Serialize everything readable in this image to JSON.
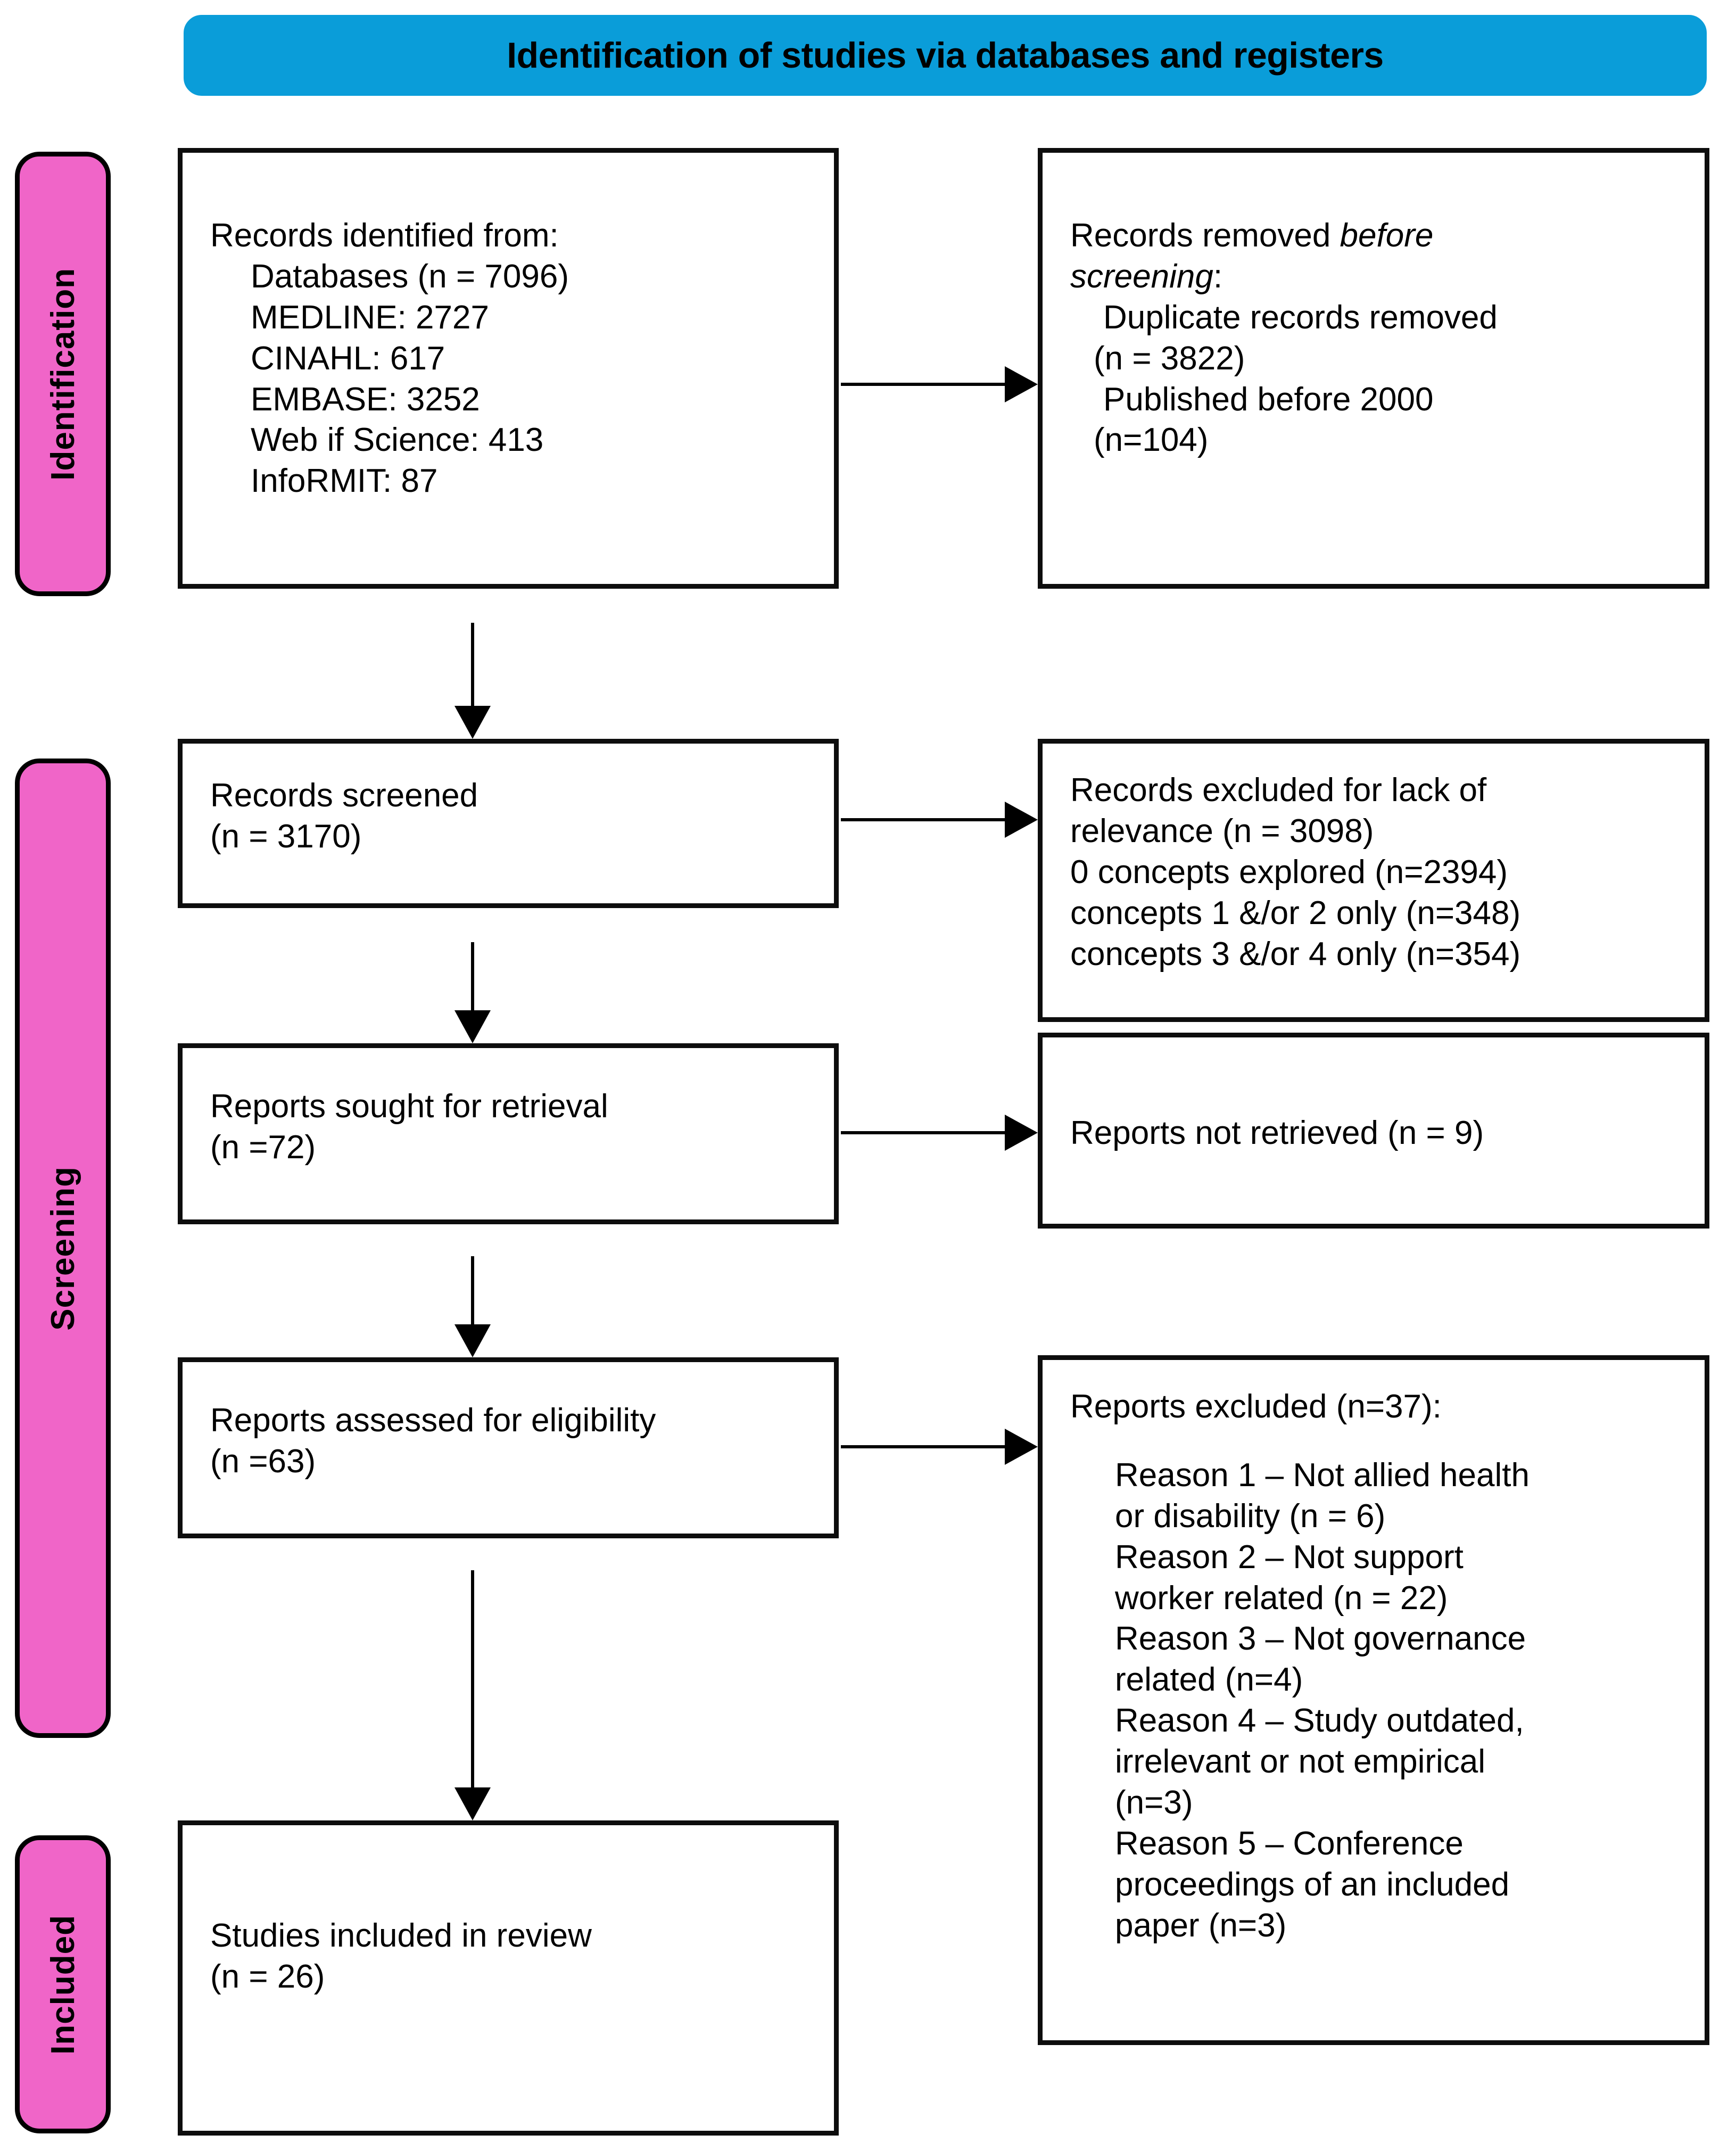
{
  "banner": {
    "title": "Identification of studies via databases and registers",
    "color": "#0a9dd9"
  },
  "stages": {
    "color": "#f065c8",
    "identification": "Identification",
    "screening": "Screening",
    "included": "Included"
  },
  "boxes": {
    "records_identified": {
      "l1": "Records identified from:",
      "l2": "Databases (n = 7096)",
      "l3": "MEDLINE: 2727",
      "l4": "CINAHL: 617",
      "l5": "EMBASE: 3252",
      "l6": "Web if Science: 413",
      "l7": "InfoRMIT: 87"
    },
    "records_removed": {
      "l1a": "Records removed ",
      "l1b": "before",
      "l2a": "screening",
      "l2b": ":",
      "l3": "Duplicate records removed",
      "l4": "(n = 3822)",
      "l5": "Published before 2000",
      "l6": "(n=104)"
    },
    "records_screened": {
      "l1": "Records screened",
      "l2": "(n = 3170)"
    },
    "records_excluded": {
      "l1": "Records excluded for lack of",
      "l2": "relevance (n = 3098)",
      "l3": "0 concepts explored (n=2394)",
      "l4": "concepts 1 &/or 2 only (n=348)",
      "l5": "concepts 3 &/or 4 only (n=354)"
    },
    "reports_sought": {
      "l1": "Reports sought for retrieval",
      "l2": "(n =72)"
    },
    "reports_not_retrieved": {
      "l1": "Reports not retrieved (n = 9)"
    },
    "reports_assessed": {
      "l1": "Reports assessed for eligibility",
      "l2": "(n =63)"
    },
    "reports_excluded": {
      "l1": "Reports excluded (n=37):",
      "r1a": "Reason 1 – Not allied health",
      "r1b": "or disability (n = 6)",
      "r2a": "Reason 2 – Not support",
      "r2b": "worker related (n = 22)",
      "r3a": "Reason 3 – Not governance",
      "r3b": "related (n=4)",
      "r4a": "Reason 4 – Study outdated,",
      "r4b": "irrelevant or not empirical",
      "r4c": "(n=3)",
      "r5a": "Reason 5 – Conference",
      "r5b": "proceedings of an included",
      "r5c": "paper (n=3)"
    },
    "studies_included": {
      "l1": "Studies included in review",
      "l2": "(n = 26)"
    }
  }
}
